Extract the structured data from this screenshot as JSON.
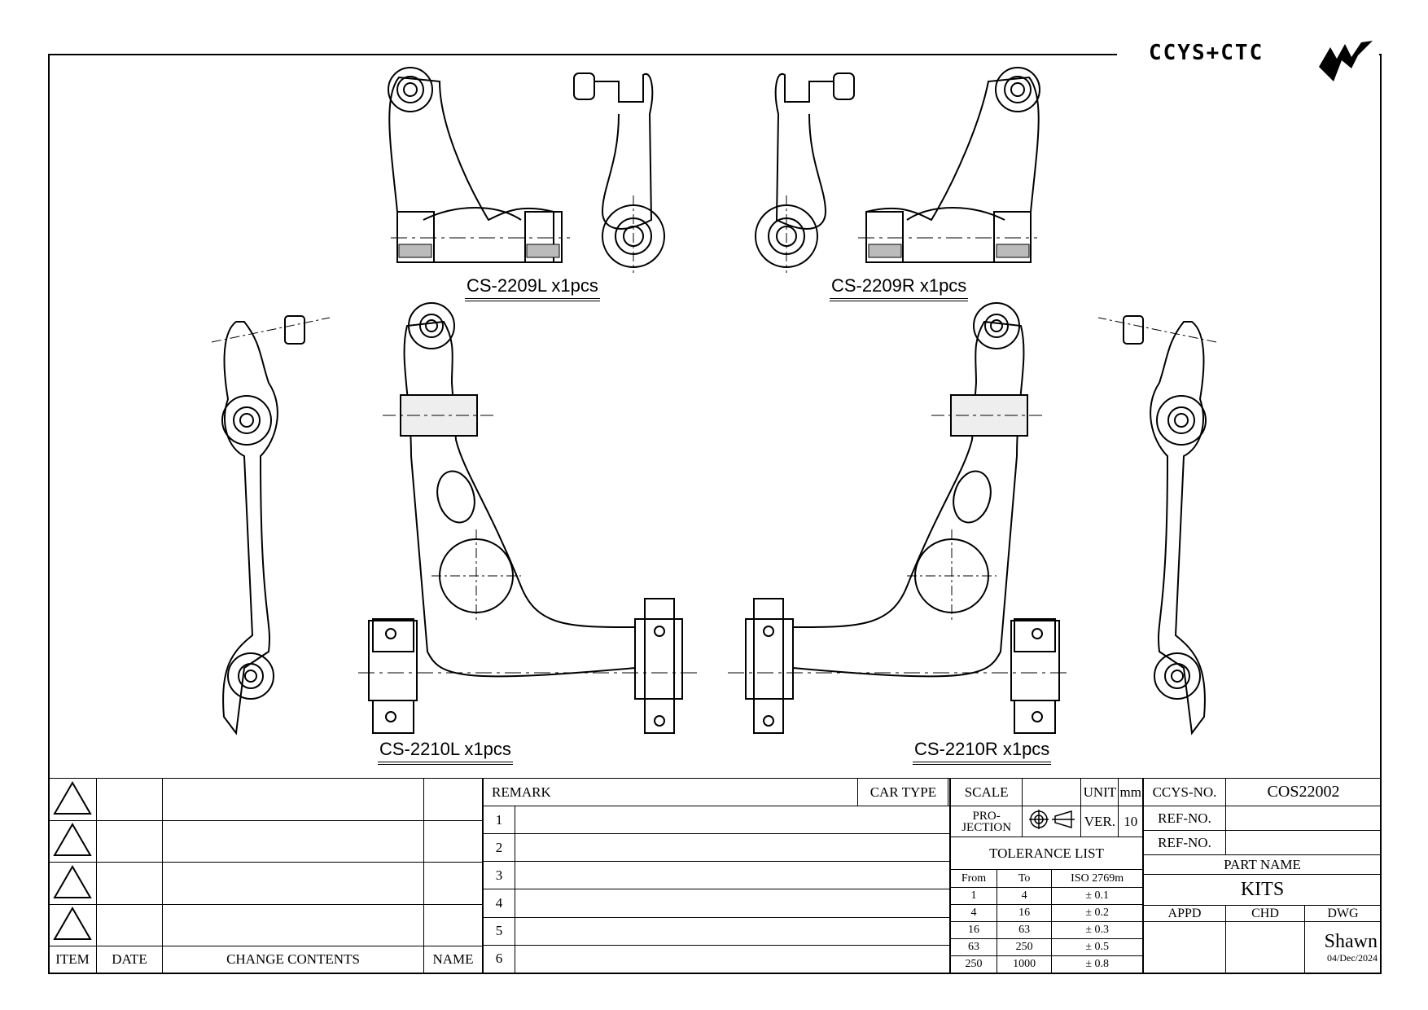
{
  "brand": {
    "logo_text": "CCYS+CTC"
  },
  "part_labels": {
    "upper_left": "CS-2209L x1pcs",
    "upper_right": "CS-2209R x1pcs",
    "lower_left": "CS-2210L x1pcs",
    "lower_right": "CS-2210R x1pcs"
  },
  "revision_block": {
    "headers": {
      "item": "ITEM",
      "date": "DATE",
      "change_contents": "CHANGE CONTENTS",
      "name": "NAME"
    }
  },
  "remarks": {
    "remark_label": "REMARK",
    "car_type_label": "CAR TYPE",
    "rows": [
      "1",
      "2",
      "3",
      "4",
      "5",
      "6"
    ]
  },
  "title_block": {
    "scale_label": "SCALE",
    "unit_label": "UNIT",
    "unit_value": "mm",
    "projection_label": "PRO-\nJECTION",
    "ver_label": "VER.",
    "ver_value": "10",
    "tolerance_title": "TOLERANCE LIST",
    "tolerance_headers": {
      "from": "From",
      "to": "To",
      "standard": "ISO 2769m"
    },
    "tolerance_rows": [
      {
        "from": "1",
        "to": "4",
        "tol": "± 0.1"
      },
      {
        "from": "4",
        "to": "16",
        "tol": "± 0.2"
      },
      {
        "from": "16",
        "to": "63",
        "tol": "± 0.3"
      },
      {
        "from": "63",
        "to": "250",
        "tol": "± 0.5"
      },
      {
        "from": "250",
        "to": "1000",
        "tol": "± 0.8"
      }
    ],
    "ccys_no_label": "CCYS-NO.",
    "ccys_no_value": "COS22002",
    "ref_no_label_1": "REF-NO.",
    "ref_no_label_2": "REF-NO.",
    "part_name_label": "PART NAME",
    "part_name_value": "KITS",
    "appd_label": "APPD",
    "chd_label": "CHD",
    "dwg_label": "DWG",
    "dwg_value": "Shawn",
    "date_value": "04/Dec/2024"
  }
}
